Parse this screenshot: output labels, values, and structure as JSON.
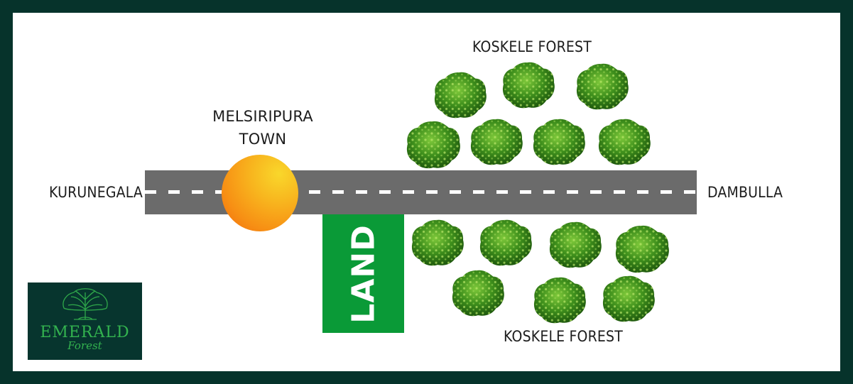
{
  "map": {
    "places": {
      "west": "KURUNEGALA",
      "east": "DAMBULLA",
      "town_line1": "MELSIRIPURA",
      "town_line2": "TOWN",
      "forest_north": "KOSKELE FOREST",
      "forest_south": "KOSKELE FOREST"
    },
    "land_label": "LAND",
    "colors": {
      "frame": "#06332b",
      "road": "#6b6b6b",
      "land": "#0a9a37",
      "town": "#f79014",
      "tree": "#3e8f1c"
    }
  },
  "logo": {
    "word1": "EMERALD",
    "word2": "Forest"
  }
}
